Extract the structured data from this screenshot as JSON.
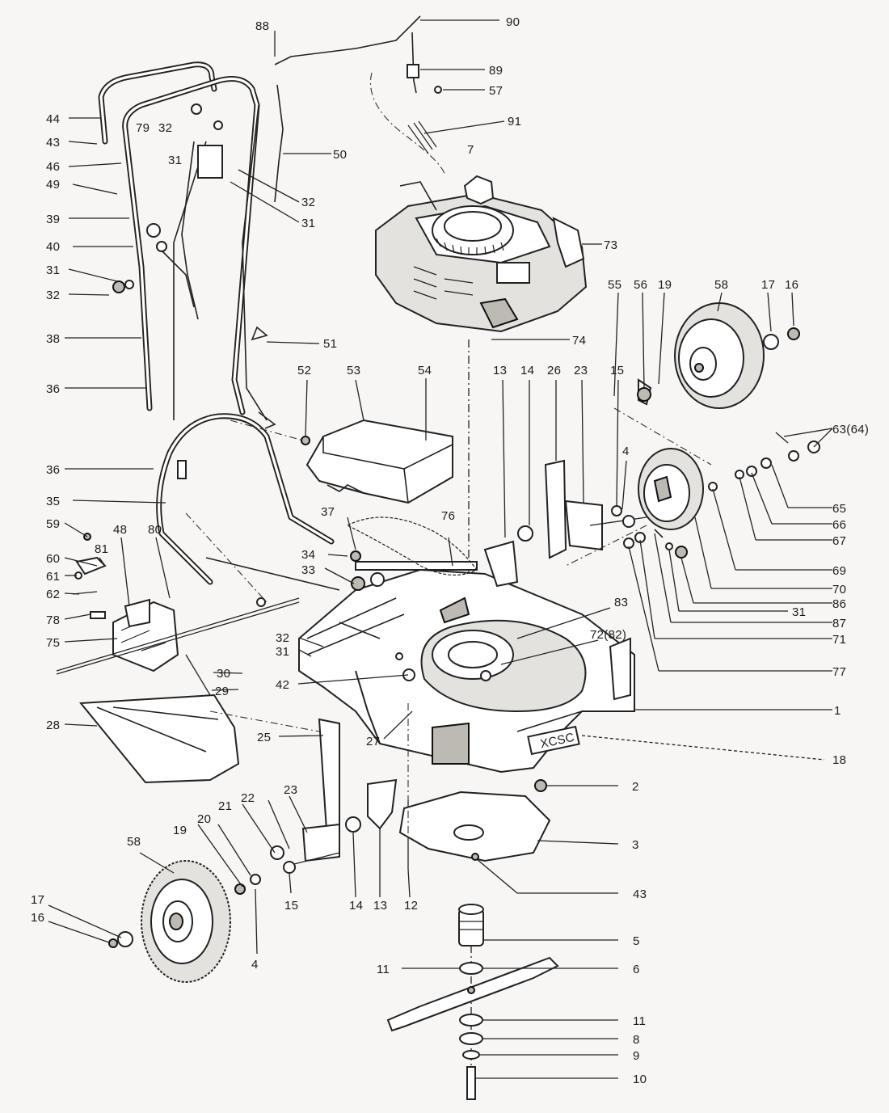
{
  "callouts": [
    {
      "id": "c90",
      "text": "90"
    },
    {
      "id": "c88",
      "text": "88"
    },
    {
      "id": "c89",
      "text": "89"
    },
    {
      "id": "c57",
      "text": "57"
    },
    {
      "id": "c91",
      "text": "91"
    },
    {
      "id": "c44",
      "text": "44"
    },
    {
      "id": "c43a",
      "text": "43"
    },
    {
      "id": "c79",
      "text": "79"
    },
    {
      "id": "c32a",
      "text": "32"
    },
    {
      "id": "c46",
      "text": "46"
    },
    {
      "id": "c31a",
      "text": "31"
    },
    {
      "id": "c50",
      "text": "50"
    },
    {
      "id": "c49",
      "text": "49"
    },
    {
      "id": "c32b",
      "text": "32"
    },
    {
      "id": "c39",
      "text": "39"
    },
    {
      "id": "c31b",
      "text": "31"
    },
    {
      "id": "c7",
      "text": "7"
    },
    {
      "id": "c73",
      "text": "73"
    },
    {
      "id": "c40",
      "text": "40"
    },
    {
      "id": "c31c",
      "text": "31"
    },
    {
      "id": "c32c",
      "text": "32"
    },
    {
      "id": "c38",
      "text": "38"
    },
    {
      "id": "c51",
      "text": "51"
    },
    {
      "id": "c74",
      "text": "74"
    },
    {
      "id": "c36a",
      "text": "36"
    },
    {
      "id": "c55",
      "text": "55"
    },
    {
      "id": "c56",
      "text": "56"
    },
    {
      "id": "c19a",
      "text": "19"
    },
    {
      "id": "c58a",
      "text": "58"
    },
    {
      "id": "c17a",
      "text": "17"
    },
    {
      "id": "c16a",
      "text": "16"
    },
    {
      "id": "c52",
      "text": "52"
    },
    {
      "id": "c53",
      "text": "53"
    },
    {
      "id": "c54",
      "text": "54"
    },
    {
      "id": "c13a",
      "text": "13"
    },
    {
      "id": "c14a",
      "text": "14"
    },
    {
      "id": "c26",
      "text": "26"
    },
    {
      "id": "c23a",
      "text": "23"
    },
    {
      "id": "c15a",
      "text": "15"
    },
    {
      "id": "c63",
      "text": "63(64)"
    },
    {
      "id": "c4a",
      "text": "4"
    },
    {
      "id": "c36b",
      "text": "36"
    },
    {
      "id": "c35",
      "text": "35"
    },
    {
      "id": "c65",
      "text": "65"
    },
    {
      "id": "c66",
      "text": "66"
    },
    {
      "id": "c67",
      "text": "67"
    },
    {
      "id": "c59",
      "text": "59"
    },
    {
      "id": "c48",
      "text": "48"
    },
    {
      "id": "c80",
      "text": "80"
    },
    {
      "id": "c37",
      "text": "37"
    },
    {
      "id": "c76",
      "text": "76"
    },
    {
      "id": "c60",
      "text": "60"
    },
    {
      "id": "c81",
      "text": "81"
    },
    {
      "id": "c34",
      "text": "34"
    },
    {
      "id": "c61",
      "text": "61"
    },
    {
      "id": "c33",
      "text": "33"
    },
    {
      "id": "c62",
      "text": "62"
    },
    {
      "id": "c69",
      "text": "69"
    },
    {
      "id": "c70",
      "text": "70"
    },
    {
      "id": "c86",
      "text": "86"
    },
    {
      "id": "c31d",
      "text": "31"
    },
    {
      "id": "c78",
      "text": "78"
    },
    {
      "id": "c83",
      "text": "83"
    },
    {
      "id": "c87",
      "text": "87"
    },
    {
      "id": "c72",
      "text": "72(82)"
    },
    {
      "id": "c75",
      "text": "75"
    },
    {
      "id": "c71",
      "text": "71"
    },
    {
      "id": "c32d",
      "text": "32"
    },
    {
      "id": "c31e",
      "text": "31"
    },
    {
      "id": "c30",
      "text": "30"
    },
    {
      "id": "c77",
      "text": "77"
    },
    {
      "id": "c42",
      "text": "42"
    },
    {
      "id": "c29",
      "text": "29"
    },
    {
      "id": "c1",
      "text": "1"
    },
    {
      "id": "c28",
      "text": "28"
    },
    {
      "id": "c25",
      "text": "25"
    },
    {
      "id": "c27",
      "text": "27"
    },
    {
      "id": "c18",
      "text": "18"
    },
    {
      "id": "c2",
      "text": "2"
    },
    {
      "id": "c23b",
      "text": "23"
    },
    {
      "id": "c3",
      "text": "3"
    },
    {
      "id": "c58b",
      "text": "58"
    },
    {
      "id": "c22",
      "text": "22"
    },
    {
      "id": "c21",
      "text": "21"
    },
    {
      "id": "c20",
      "text": "20"
    },
    {
      "id": "c19b",
      "text": "19"
    },
    {
      "id": "c43b",
      "text": "43"
    },
    {
      "id": "c15b",
      "text": "15"
    },
    {
      "id": "c14b",
      "text": "14"
    },
    {
      "id": "c13b",
      "text": "13"
    },
    {
      "id": "c12",
      "text": "12"
    },
    {
      "id": "c17b",
      "text": "17"
    },
    {
      "id": "c16b",
      "text": "16"
    },
    {
      "id": "c5",
      "text": "5"
    },
    {
      "id": "c4b",
      "text": "4"
    },
    {
      "id": "c11a",
      "text": "11"
    },
    {
      "id": "c6",
      "text": "6"
    },
    {
      "id": "c11b",
      "text": "11"
    },
    {
      "id": "c8",
      "text": "8"
    },
    {
      "id": "c9",
      "text": "9"
    },
    {
      "id": "c10",
      "text": "10"
    }
  ],
  "deck_plate_text": "XCSC",
  "colors": {
    "ink": "#1c1c1c",
    "paper": "#f7f6f4"
  }
}
